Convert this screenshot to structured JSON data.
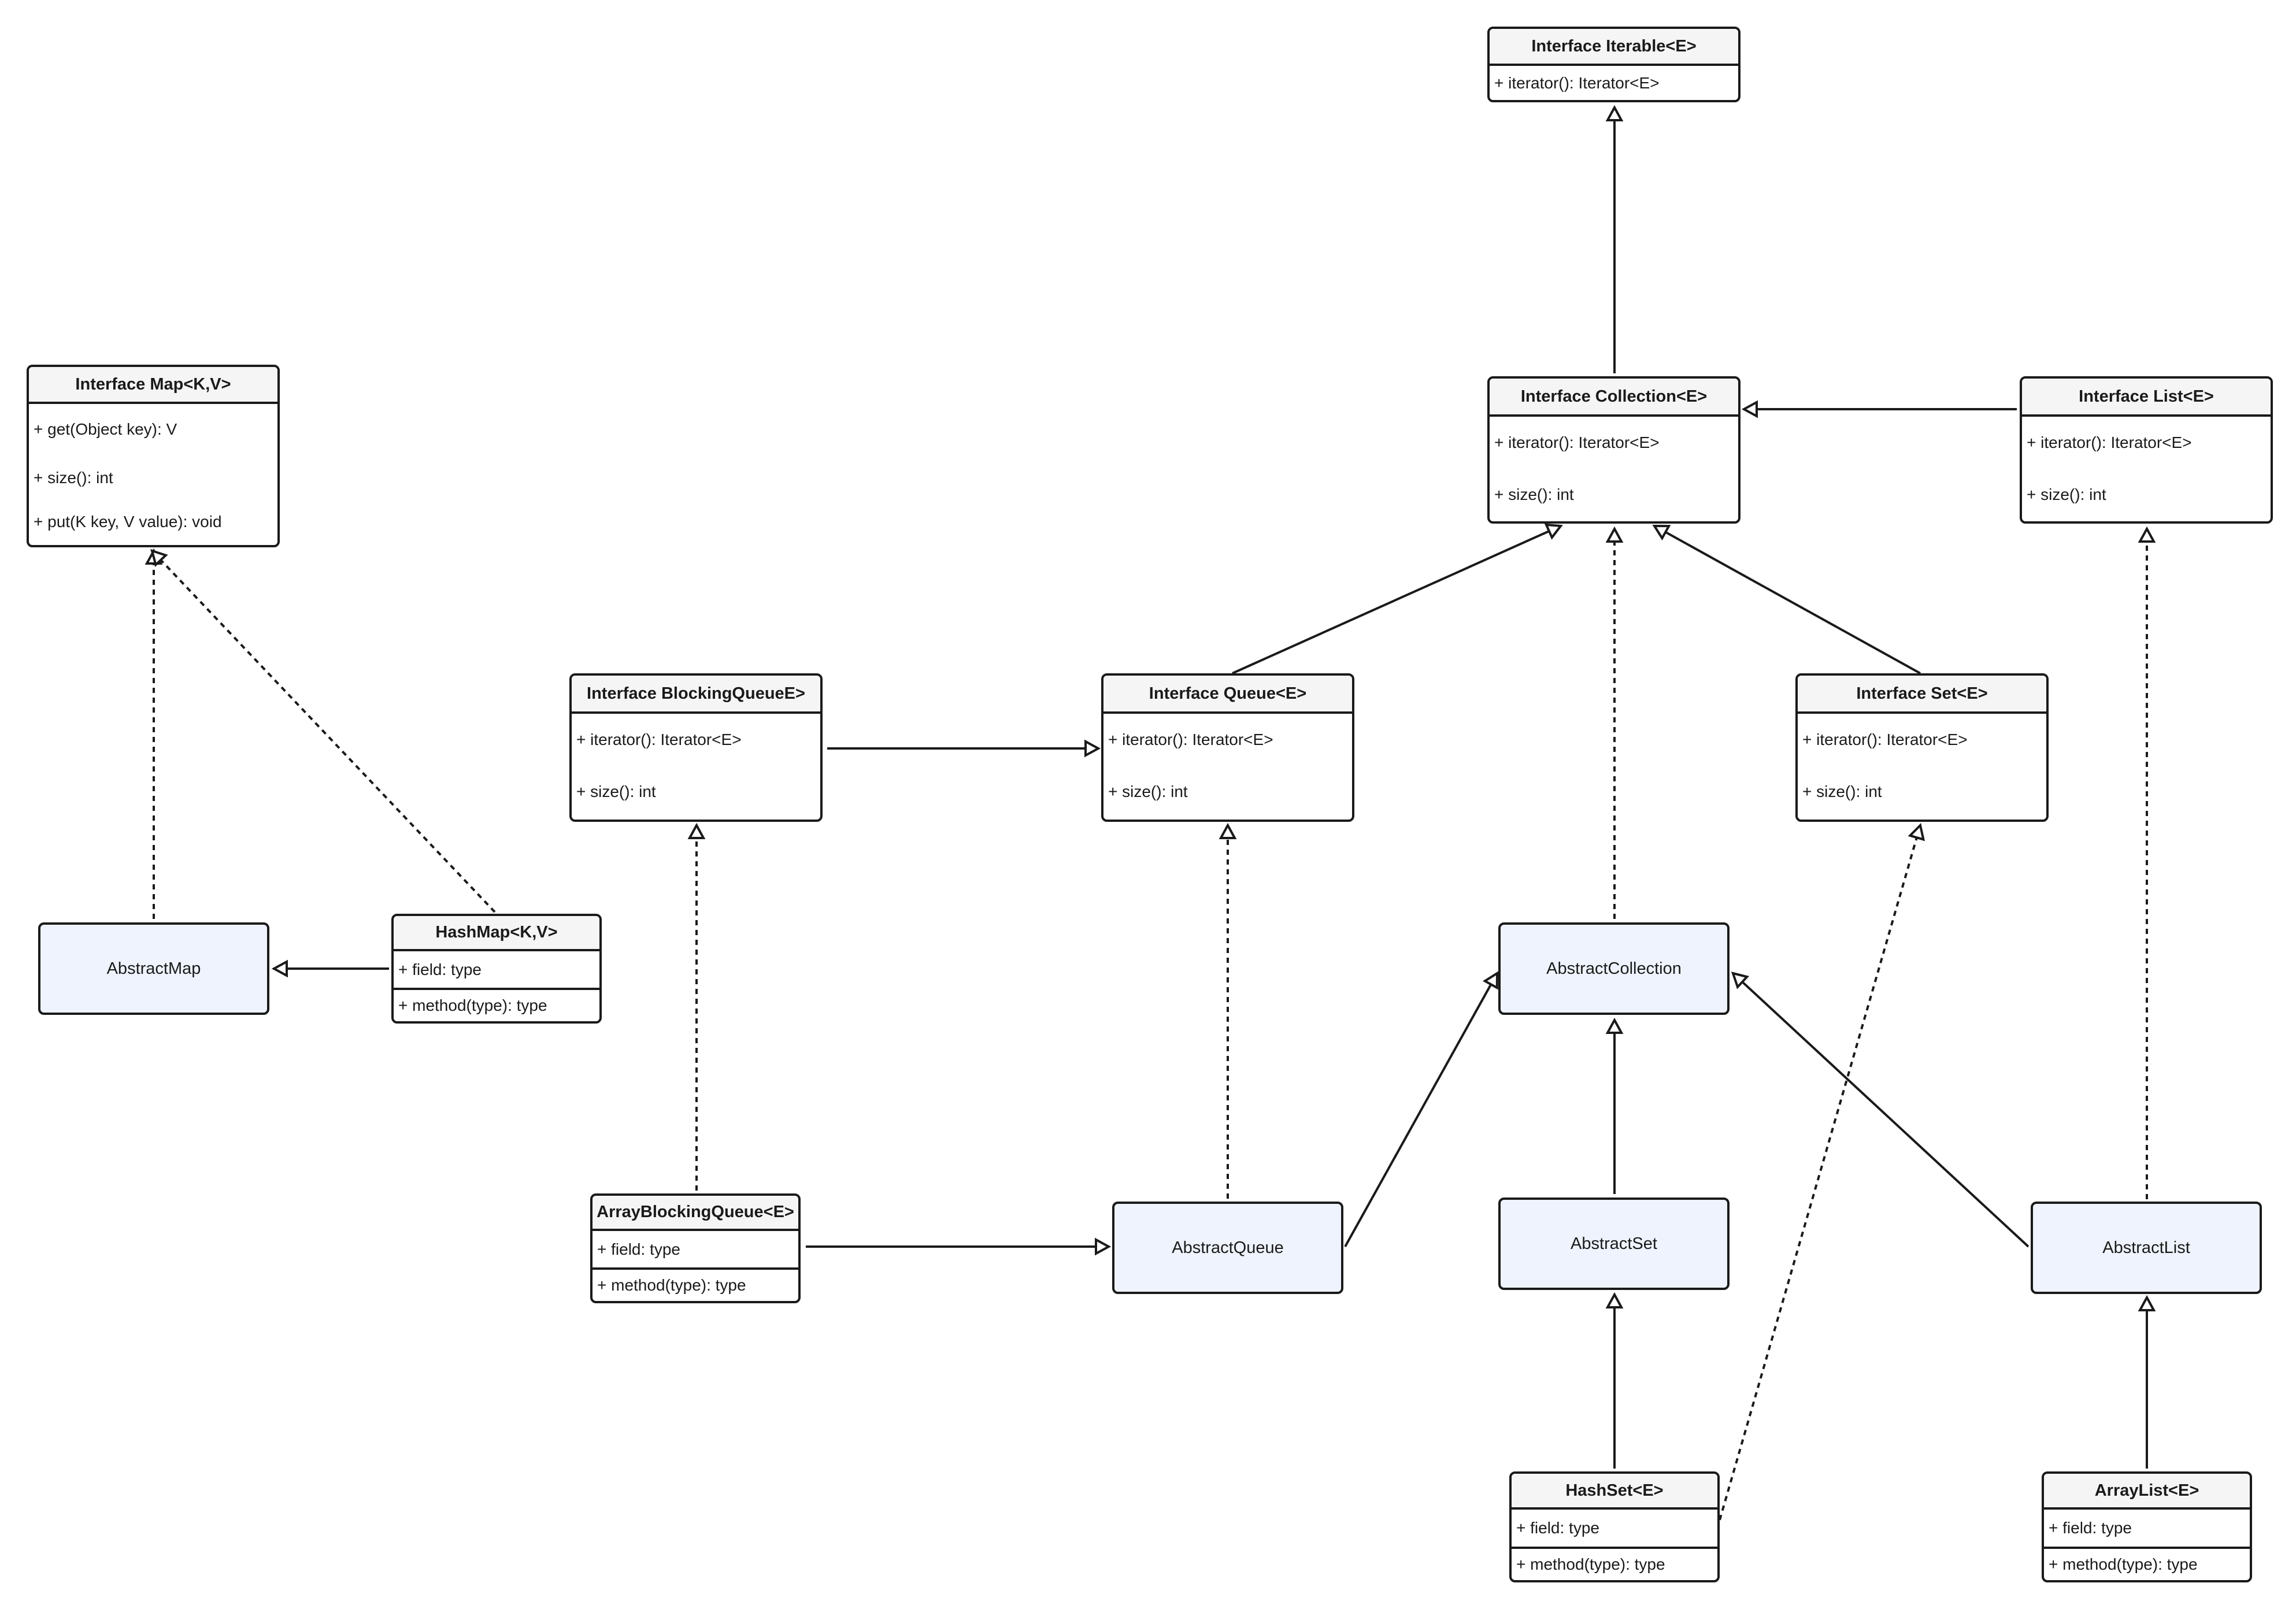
{
  "nodes": {
    "iterable": {
      "title": "Interface Iterable<E>",
      "rows": [
        "+ iterator(): Iterator<E>"
      ]
    },
    "collection": {
      "title": "Interface Collection<E>",
      "rows": [
        "+ iterator(): Iterator<E>",
        "+ size(): int"
      ]
    },
    "list": {
      "title": "Interface List<E>",
      "rows": [
        "+ iterator(): Iterator<E>",
        "+ size(): int"
      ]
    },
    "map": {
      "title": "Interface Map<K,V>",
      "rows": [
        "+ get(Object key): V",
        "+ size(): int",
        "+ put(K key, V value): void"
      ]
    },
    "blocking_queue": {
      "title": "Interface BlockingQueueE>",
      "rows": [
        "+ iterator(): Iterator<E>",
        "+ size(): int"
      ]
    },
    "queue": {
      "title": "Interface Queue<E>",
      "rows": [
        "+ iterator(): Iterator<E>",
        "+ size(): int"
      ]
    },
    "set": {
      "title": "Interface Set<E>",
      "rows": [
        "+ iterator(): Iterator<E>",
        "+ size(): int"
      ]
    },
    "hashmap": {
      "title": "HashMap<K,V>",
      "field": "+ field: type",
      "method": "+ method(type): type"
    },
    "array_blocking_queue": {
      "title": "ArrayBlockingQueue<E>",
      "field": "+ field: type",
      "method": "+ method(type): type"
    },
    "hashset": {
      "title": "HashSet<E>",
      "field": "+ field: type",
      "method": "+ method(type): type"
    },
    "arraylist": {
      "title": "ArrayList<E>",
      "field": "+ field: type",
      "method": "+ method(type): type"
    },
    "abstract_map": {
      "label": "AbstractMap"
    },
    "abstract_collection": {
      "label": "AbstractCollection"
    },
    "abstract_queue": {
      "label": "AbstractQueue"
    },
    "abstract_set": {
      "label": "AbstractSet"
    },
    "abstract_list": {
      "label": "AbstractList"
    }
  },
  "edges": [
    {
      "from": "collection",
      "to": "iterable",
      "kind": "generalization"
    },
    {
      "from": "list",
      "to": "collection",
      "kind": "generalization"
    },
    {
      "from": "queue",
      "to": "collection",
      "kind": "generalization"
    },
    {
      "from": "set",
      "to": "collection",
      "kind": "generalization"
    },
    {
      "from": "abstract_collection",
      "to": "collection",
      "kind": "realization"
    },
    {
      "from": "abstract_list",
      "to": "list",
      "kind": "realization"
    },
    {
      "from": "blocking_queue",
      "to": "queue",
      "kind": "generalization"
    },
    {
      "from": "array_blocking_queue",
      "to": "blocking_queue",
      "kind": "realization"
    },
    {
      "from": "array_blocking_queue",
      "to": "abstract_queue",
      "kind": "generalization"
    },
    {
      "from": "abstract_queue",
      "to": "queue",
      "kind": "realization"
    },
    {
      "from": "abstract_queue",
      "to": "abstract_collection",
      "kind": "generalization"
    },
    {
      "from": "abstract_set",
      "to": "abstract_collection",
      "kind": "generalization"
    },
    {
      "from": "abstract_list",
      "to": "abstract_collection",
      "kind": "generalization"
    },
    {
      "from": "hashset",
      "to": "abstract_set",
      "kind": "generalization"
    },
    {
      "from": "hashset",
      "to": "set",
      "kind": "realization"
    },
    {
      "from": "arraylist",
      "to": "abstract_list",
      "kind": "generalization"
    },
    {
      "from": "abstract_map",
      "to": "map",
      "kind": "realization"
    },
    {
      "from": "hashmap",
      "to": "map",
      "kind": "realization"
    },
    {
      "from": "hashmap",
      "to": "abstract_map",
      "kind": "generalization"
    }
  ],
  "colors": {
    "line": "#1a1a1a",
    "header_bg": "#f5f5f5",
    "abstract_bg": "#eef3fd"
  }
}
